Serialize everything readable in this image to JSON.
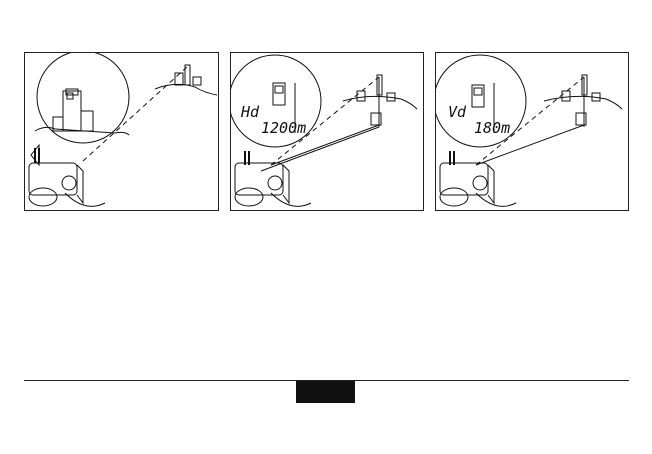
{
  "figures": [
    {
      "id": "fig-1",
      "mode": "",
      "reading": ""
    },
    {
      "id": "fig-2",
      "mode": "Hd",
      "reading": "1200m"
    },
    {
      "id": "fig-3",
      "mode": "Vd",
      "reading": "180m"
    }
  ],
  "colors": {
    "ink": "#111111",
    "paper": "#ffffff",
    "tab": "#111111"
  }
}
